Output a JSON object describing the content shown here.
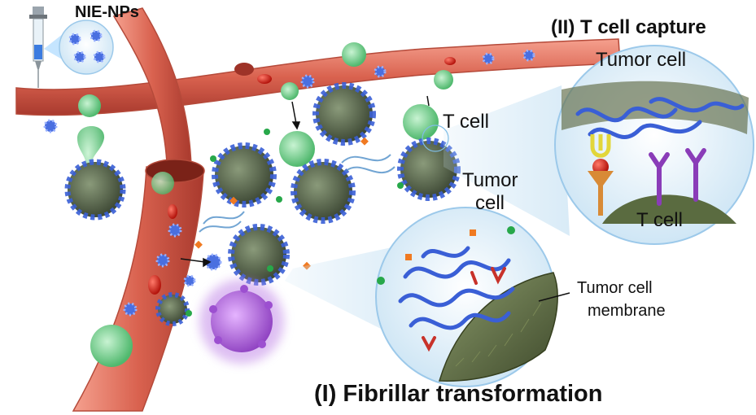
{
  "labels": {
    "nanoparticles": "NIE-NPs",
    "panel_capture": "(II) T cell capture",
    "panel_fibrillar": "(I) Fibrillar transformation",
    "tumor_cell_top": "Tumor cell",
    "t_cell_inset": "T cell",
    "t_cell_main": "T cell",
    "tumor_cell_mid_line1": "Tumor",
    "tumor_cell_mid_line2": "cell",
    "membrane_line1": "Tumor cell",
    "membrane_line2": "membrane"
  },
  "colors": {
    "vessel": "#d9624f",
    "vessel_dark": "#a93a2e",
    "vessel_light": "#f08d78",
    "tumor_core": "#5d6b52",
    "fiber": "#3a5fd6",
    "t_cell": "#7fd69a",
    "macrophage": "#b15fd8",
    "inset_bg": "#dff0fb",
    "membrane": "#5f6d43",
    "receptor_yellow": "#e2d63a",
    "receptor_purple": "#8a3cb8",
    "receptor_orange": "#d88a36",
    "drug_orange": "#f07a22",
    "ball_red": "#d72a1f",
    "dot_green": "#27a84a"
  },
  "icons": [
    "syringe-icon",
    "nanoparticle-icon",
    "macrophage-icon"
  ]
}
